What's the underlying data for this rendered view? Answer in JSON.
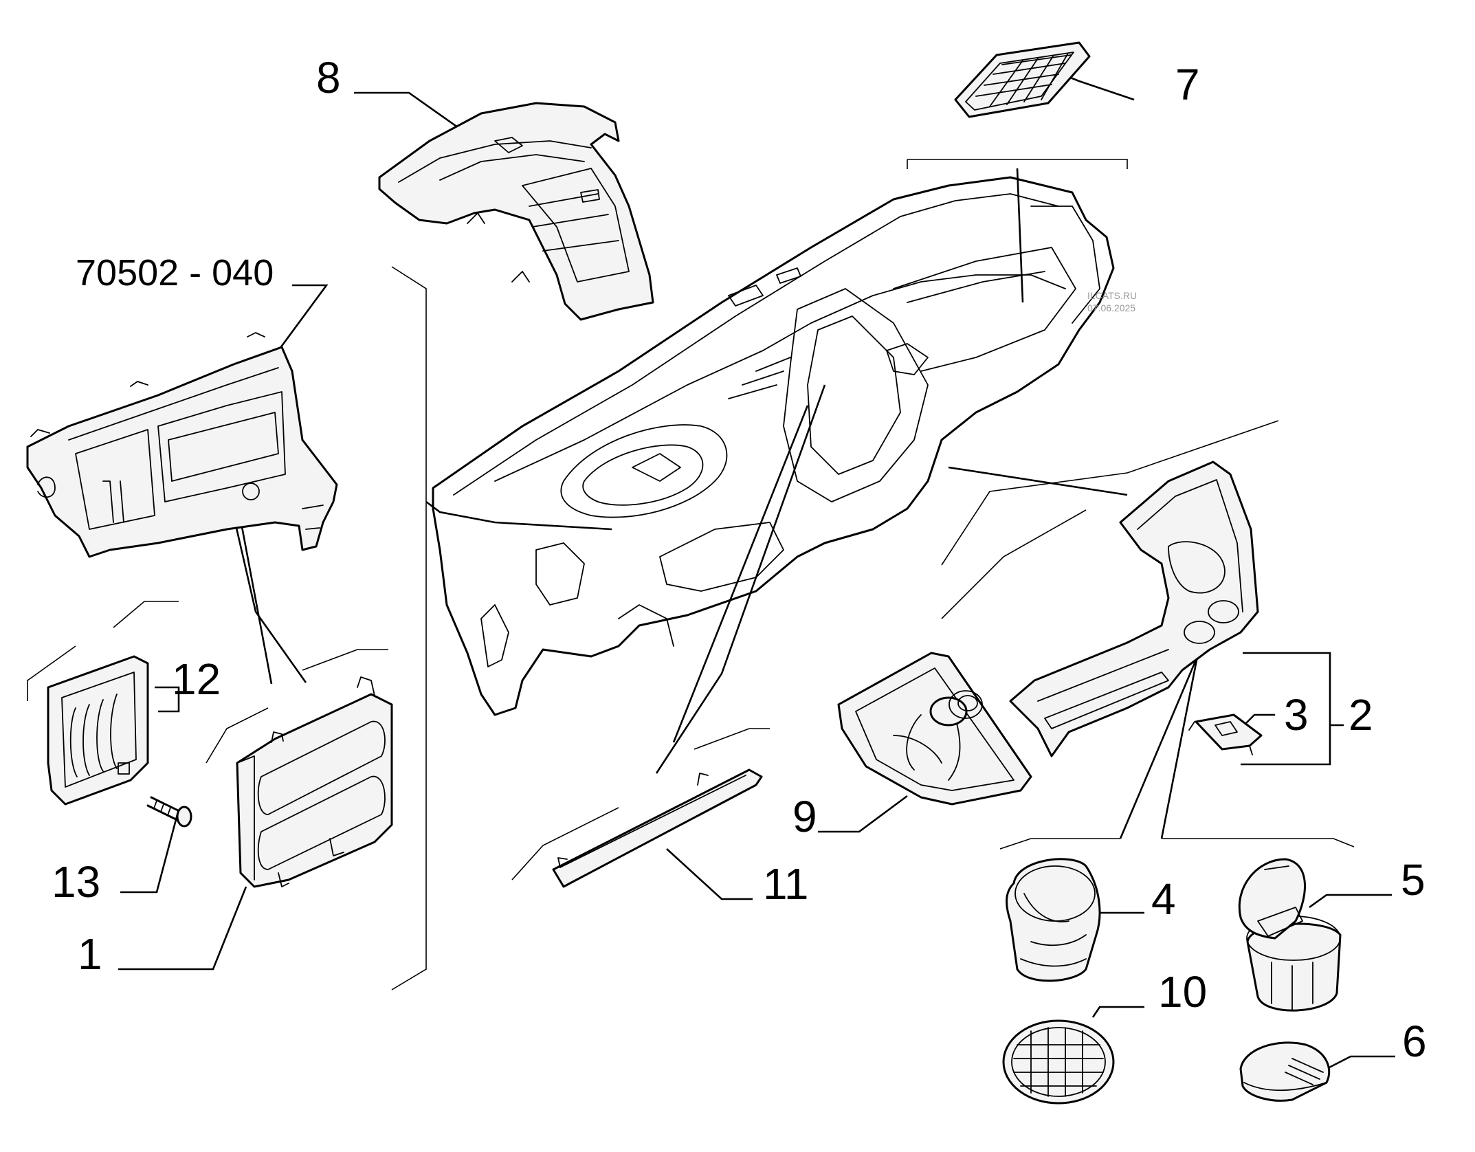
{
  "diagram": {
    "reference_code": "70502 - 040",
    "watermark_line1": "ILCATS.RU",
    "watermark_line2": "07.06.2025",
    "callouts": [
      {
        "id": "1",
        "label": "1"
      },
      {
        "id": "2",
        "label": "2"
      },
      {
        "id": "3",
        "label": "3"
      },
      {
        "id": "4",
        "label": "4"
      },
      {
        "id": "5",
        "label": "5"
      },
      {
        "id": "6",
        "label": "6"
      },
      {
        "id": "7",
        "label": "7"
      },
      {
        "id": "8",
        "label": "8"
      },
      {
        "id": "9",
        "label": "9"
      },
      {
        "id": "10",
        "label": "10"
      },
      {
        "id": "11",
        "label": "11"
      },
      {
        "id": "12",
        "label": "12"
      },
      {
        "id": "13",
        "label": "13"
      }
    ]
  }
}
